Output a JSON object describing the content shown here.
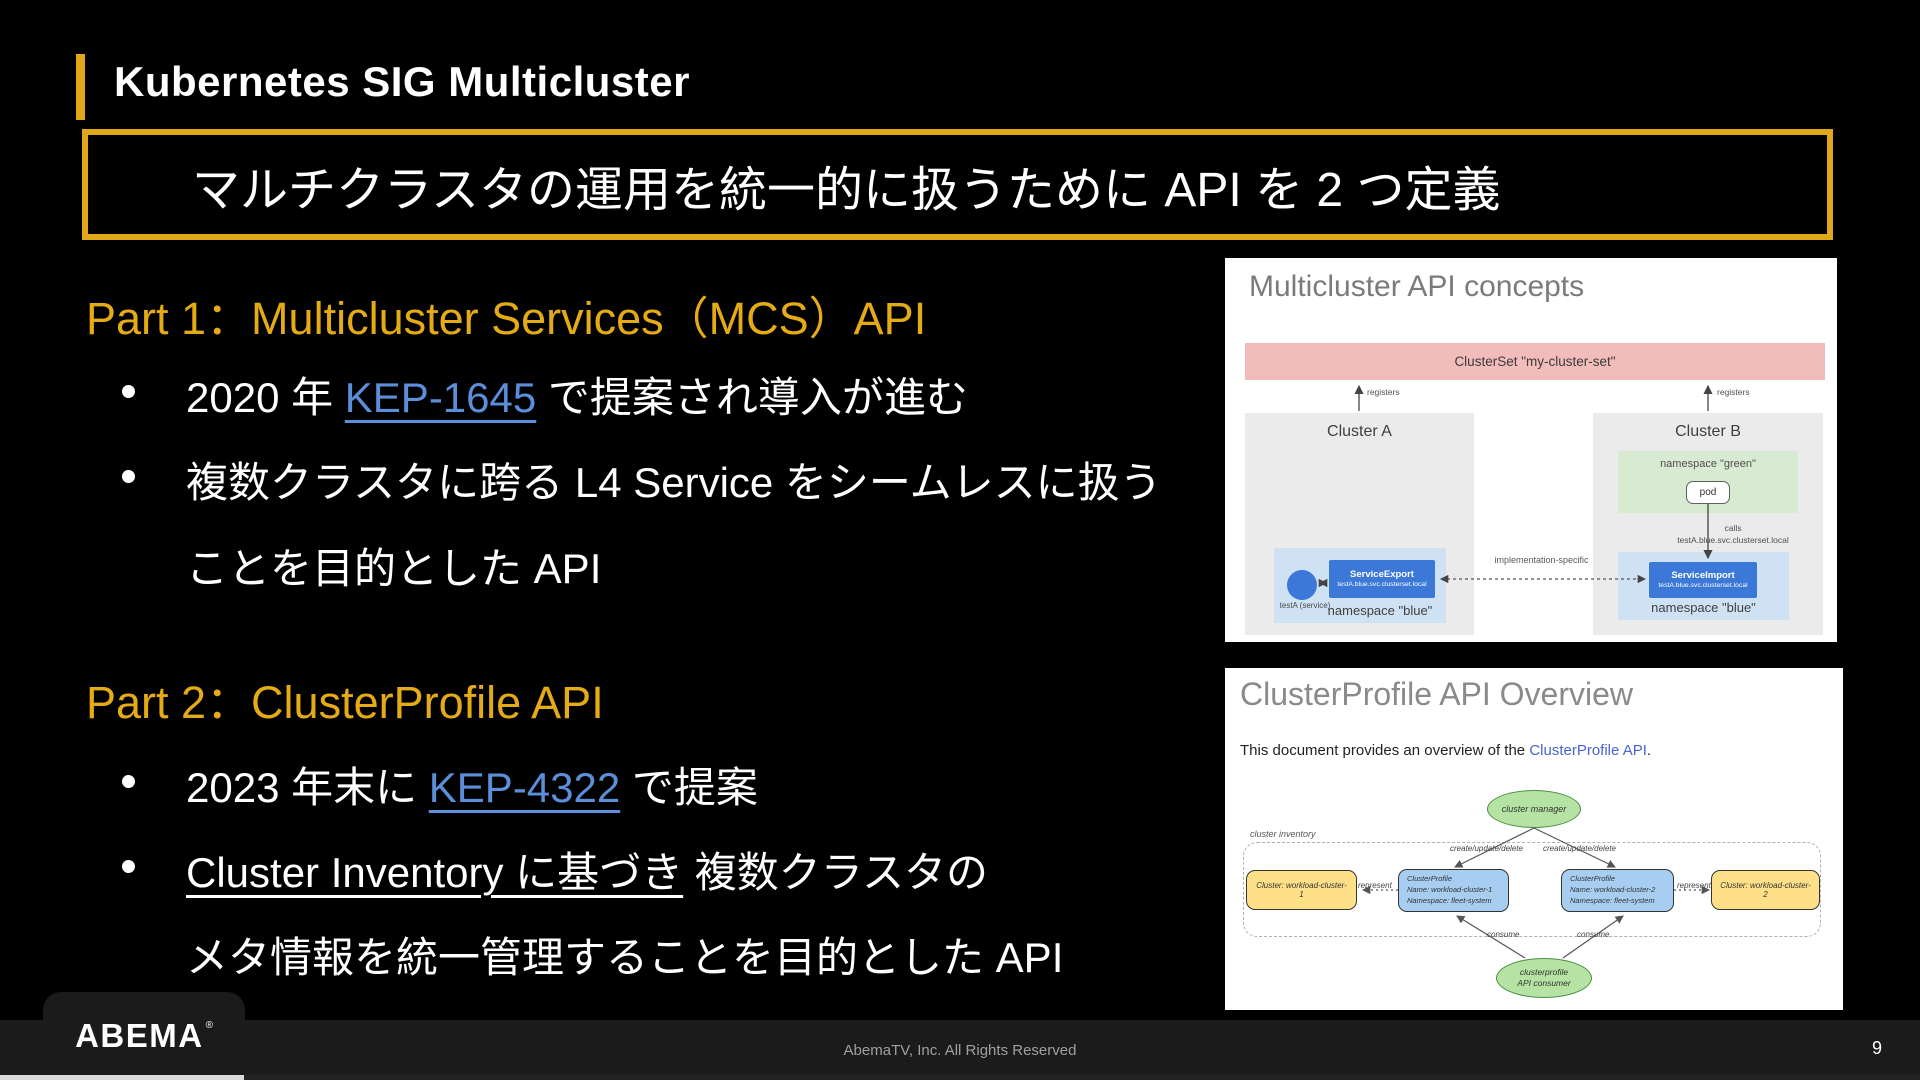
{
  "header": {
    "title": "Kubernetes SIG Multicluster",
    "banner": "マルチクラスタの運用を統一的に扱うために API を 2 つ定義"
  },
  "part1": {
    "heading": "Part 1：Multicluster Services（MCS）API",
    "bullet1": {
      "prefix": "2020 年 ",
      "link": "KEP-1645",
      "suffix": " で提案され導入が進む"
    },
    "bullet2": {
      "line1": "複数クラスタに跨る L4 Service をシームレスに扱う",
      "line2": "ことを目的とした API"
    }
  },
  "part2": {
    "heading": "Part 2：ClusterProfile API",
    "bullet1": {
      "prefix": "2023 年末に ",
      "link": "KEP-4322",
      "suffix": " で提案"
    },
    "bullet2": {
      "underlined": "Cluster Inventory に基づき",
      "rest": " 複数クラスタの",
      "line2": "メタ情報を統一管理することを目的とした API"
    }
  },
  "diagram1": {
    "title": "Multicluster API concepts",
    "clusterset_label": "ClusterSet \"my-cluster-set\"",
    "registers_label": "registers",
    "cluster_a": {
      "name": "Cluster A",
      "service_circle_label": "testA (service)",
      "service_export_title": "ServiceExport",
      "service_export_sub": "testA.blue.svc.clusterset.local",
      "namespace_blue": "namespace \"blue\""
    },
    "cluster_b": {
      "name": "Cluster B",
      "namespace_green": "namespace \"green\"",
      "pod_label": "pod",
      "calls_line1": "calls",
      "calls_line2": "testA.blue.svc.clusterset.local",
      "service_import_title": "ServiceImport",
      "service_import_sub": "testA.blue.svc.clusterset.local",
      "namespace_blue": "namespace \"blue\""
    },
    "impl_label": "implementation-specific"
  },
  "diagram2": {
    "title": "ClusterProfile API Overview",
    "intro_prefix": "This document provides an overview of the ",
    "intro_link": "ClusterProfile API",
    "intro_suffix": ".",
    "manager_label": "cluster manager",
    "inventory_label": "cluster inventory",
    "cud_label": "create/update/delete",
    "represent_label": "represent",
    "consume_label": "consume",
    "cluster1_label": "Cluster: workload-cluster-1",
    "cluster2_label": "Cluster: workload-cluster-2",
    "profile1": {
      "title": "ClusterProfile",
      "name": "Name: workload-cluster-1",
      "namespace": "Namespace: fleet-system"
    },
    "profile2": {
      "title": "ClusterProfile",
      "name": "Name: workload-cluster-2",
      "namespace": "Namespace: fleet-system"
    },
    "consumer_line1": "clusterprofile",
    "consumer_line2": "API consumer"
  },
  "footer": {
    "logo_text": "ABEMA",
    "reg_mark": "®",
    "copyright": "AbemaTV, Inc. All Rights Reserved",
    "page_number": "9"
  },
  "colors": {
    "accent_gold": "#E0A718",
    "link_blue": "#5B8FD9",
    "clusterset_pink": "#F2BCBB",
    "namespace_blue_bg": "#CFE2F3",
    "service_blue": "#3C78D8",
    "namespace_green_bg": "#D9EAD3",
    "diagram2_green": "#B5E3A3",
    "diagram2_yellow": "#FDE088",
    "diagram2_blue": "#A7CDF0",
    "footer_bg": "#1B1B1B"
  }
}
